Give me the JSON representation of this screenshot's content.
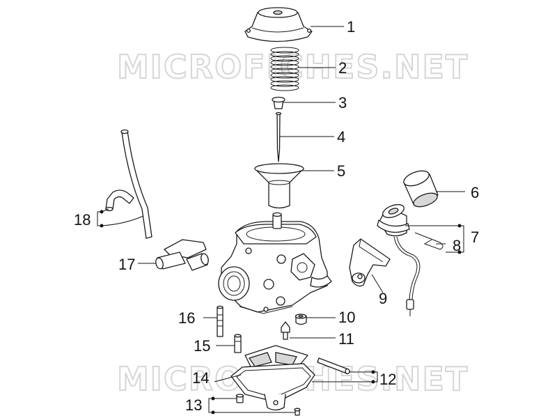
{
  "watermark": {
    "text": "MICROFICHES.NET",
    "color": "#d6d6d6"
  },
  "callouts": [
    {
      "id": "c1",
      "label": "1"
    },
    {
      "id": "c2",
      "label": "2"
    },
    {
      "id": "c3",
      "label": "3"
    },
    {
      "id": "c4",
      "label": "4"
    },
    {
      "id": "c5",
      "label": "5"
    },
    {
      "id": "c6",
      "label": "6"
    },
    {
      "id": "c7",
      "label": "7"
    },
    {
      "id": "c8",
      "label": "8"
    },
    {
      "id": "c9",
      "label": "9"
    },
    {
      "id": "c10",
      "label": "10"
    },
    {
      "id": "c11",
      "label": "11"
    },
    {
      "id": "c12",
      "label": "12"
    },
    {
      "id": "c13",
      "label": "13"
    },
    {
      "id": "c14",
      "label": "14"
    },
    {
      "id": "c15",
      "label": "15"
    },
    {
      "id": "c16",
      "label": "16"
    },
    {
      "id": "c17",
      "label": "17"
    },
    {
      "id": "c18",
      "label": "18"
    }
  ],
  "colors": {
    "line": "#1a1a1a",
    "background": "#ffffff"
  }
}
